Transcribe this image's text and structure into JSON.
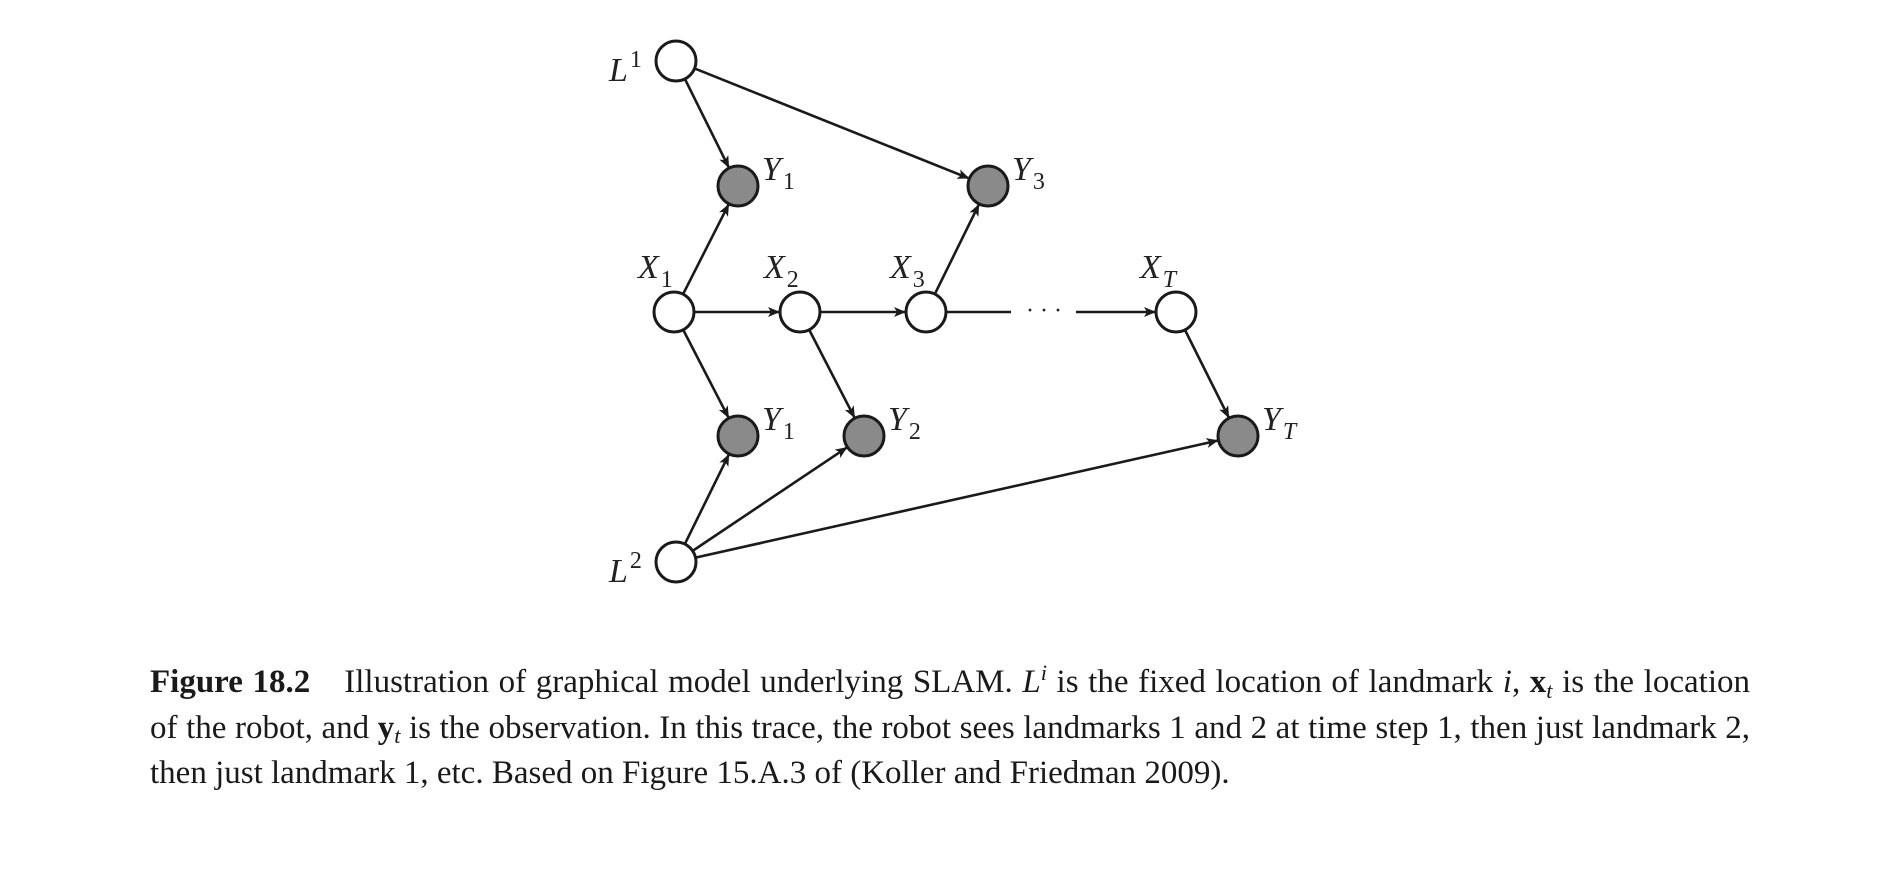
{
  "diagram": {
    "nodes": [
      {
        "id": "L1",
        "base": "L",
        "script": "1",
        "script_kind": "sup",
        "observed": false
      },
      {
        "id": "Y1_top",
        "base": "Y",
        "script": "1",
        "script_kind": "sub",
        "observed": true
      },
      {
        "id": "Y3",
        "base": "Y",
        "script": "3",
        "script_kind": "sub",
        "observed": true
      },
      {
        "id": "X1",
        "base": "X",
        "script": "1",
        "script_kind": "sub",
        "observed": false
      },
      {
        "id": "X2",
        "base": "X",
        "script": "2",
        "script_kind": "sub",
        "observed": false
      },
      {
        "id": "X3",
        "base": "X",
        "script": "3",
        "script_kind": "sub",
        "observed": false
      },
      {
        "id": "XT",
        "base": "X",
        "script": "T",
        "script_kind": "sub",
        "observed": false
      },
      {
        "id": "Y1_bot",
        "base": "Y",
        "script": "1",
        "script_kind": "sub",
        "observed": true
      },
      {
        "id": "Y2",
        "base": "Y",
        "script": "2",
        "script_kind": "sub",
        "observed": true
      },
      {
        "id": "YT",
        "base": "Y",
        "script": "T",
        "script_kind": "sub",
        "observed": true
      },
      {
        "id": "L2",
        "base": "L",
        "script": "2",
        "script_kind": "sup",
        "observed": false
      }
    ],
    "edges": [
      [
        "L1",
        "Y1_top"
      ],
      [
        "L1",
        "Y3"
      ],
      [
        "X1",
        "Y1_top"
      ],
      [
        "X3",
        "Y3"
      ],
      [
        "X1",
        "X2"
      ],
      [
        "X2",
        "X3"
      ],
      [
        "X3",
        "dots"
      ],
      [
        "dots",
        "XT"
      ],
      [
        "X1",
        "Y1_bot"
      ],
      [
        "X2",
        "Y2"
      ],
      [
        "XT",
        "YT"
      ],
      [
        "L2",
        "Y1_bot"
      ],
      [
        "L2",
        "Y2"
      ],
      [
        "L2",
        "YT"
      ]
    ],
    "ellipsis": "· · ·",
    "colors": {
      "observed_fill": "#8a8a8a",
      "hidden_fill": "#ffffff",
      "stroke": "#1a1a1a"
    }
  },
  "caption": {
    "label": "Figure 18.2",
    "seg1": "Illustration of graphical model underlying SLAM. ",
    "L": "L",
    "i_sup": "i",
    "seg2": " is the fixed location of landmark ",
    "i": "i",
    "seg3": ", ",
    "x": "x",
    "t1": "t",
    "seg4": " is the location of the robot, and ",
    "y": "y",
    "t2": "t",
    "seg5": " is the observation. In this trace, the robot sees landmarks 1 and 2 at time step 1, then just landmark 2, then just landmark 1, etc. Based on Figure 15.A.3 of (Koller and Friedman 2009)."
  }
}
